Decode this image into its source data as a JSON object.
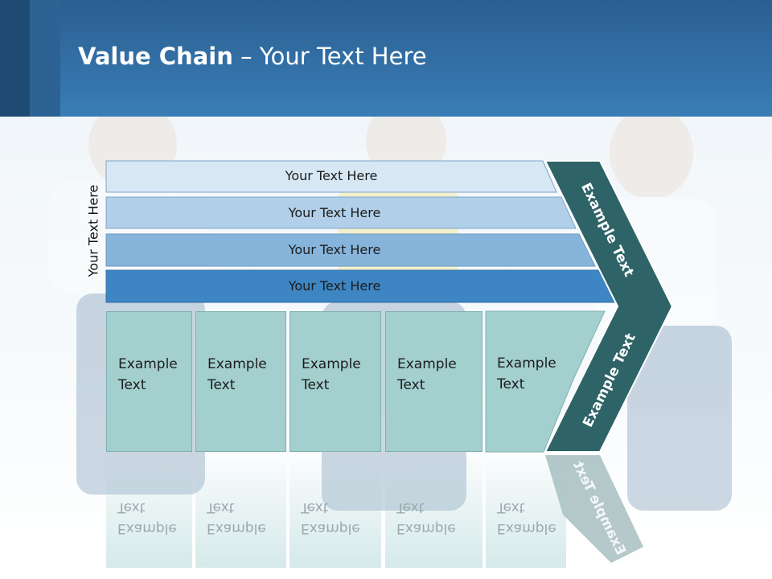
{
  "title": {
    "bold": "Value Chain",
    "rest": " – Your Text Here"
  },
  "side_label": "Your Text Here",
  "rows": [
    {
      "label": "Your Text Here",
      "color": "#d7e7f3"
    },
    {
      "label": "Your Text Here",
      "color": "#b1cfe8"
    },
    {
      "label": "Your Text Here",
      "color": "#86b4da"
    },
    {
      "label": "Your Text Here",
      "color": "#3d86c3"
    }
  ],
  "boxes": [
    {
      "line1": "Example",
      "line2": "Text"
    },
    {
      "line1": "Example",
      "line2": "Text"
    },
    {
      "line1": "Example",
      "line2": "Text"
    },
    {
      "line1": "Example",
      "line2": "Text"
    },
    {
      "line1": "Example",
      "line2": "Text"
    }
  ],
  "chevron": {
    "upper_label": "Example Text",
    "lower_label": "Example Text",
    "color": "#2e6367"
  },
  "colors": {
    "header": "#3a7db6",
    "box_fill": "#a3cfcf"
  }
}
